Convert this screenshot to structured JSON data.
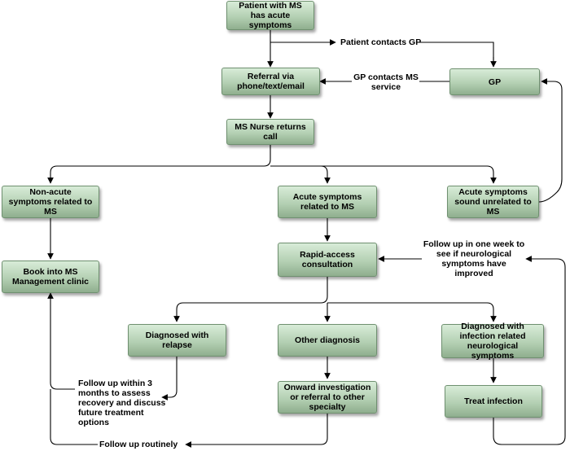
{
  "nodes": {
    "patient_symptoms": "Patient with MS has acute symptoms",
    "referral": "Referral via phone/text/email",
    "gp": "GP",
    "nurse_call": "MS Nurse returns call",
    "non_acute": "Non-acute symptoms related to MS",
    "acute": "Acute symptoms related to MS",
    "acute_unrelated": "Acute symptoms sound unrelated to MS",
    "book_clinic": "Book into MS Management clinic",
    "rapid_access": "Rapid-access consultation",
    "relapse": "Diagnosed with relapse",
    "other_diagnosis": "Other diagnosis",
    "infection": "Diagnosed with infection related neurological symptoms",
    "onward": "Onward investigation or referral to other specialty",
    "treat_infection": "Treat infection"
  },
  "labels": {
    "patient_contacts_gp": "Patient contacts GP",
    "gp_contacts_ms": "GP contacts MS service",
    "follow_up_week": "Follow up in one week to see if neurological symptoms have improved",
    "follow_up_3_months": "Follow up within 3 months to assess recovery and discuss future treatment options",
    "follow_up_routinely": "Follow up routinely"
  }
}
